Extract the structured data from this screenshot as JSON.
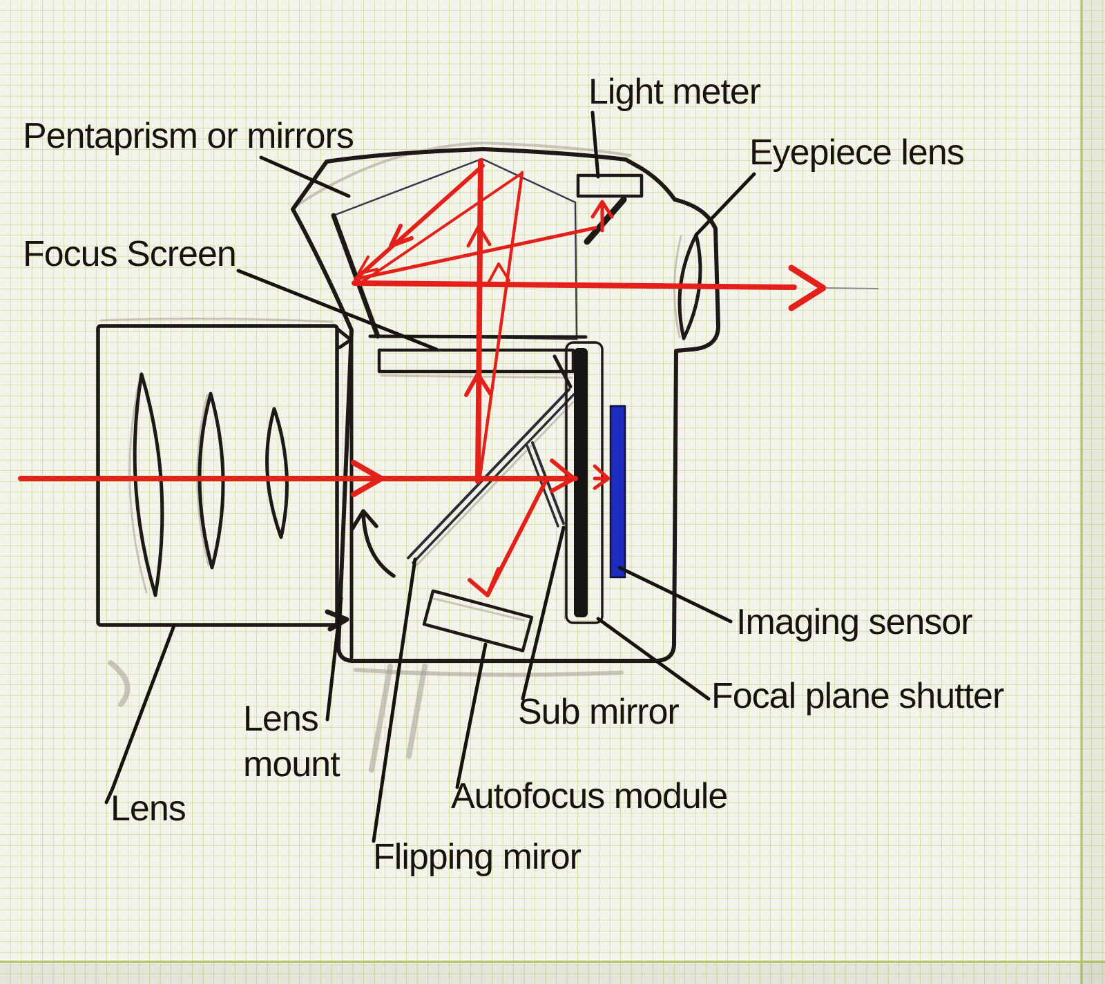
{
  "diagram": {
    "subject": "hand-drawn DSLR camera cross-section on graph paper",
    "labels": {
      "pentaprism": "Pentaprism or mirrors",
      "focus_screen": "Focus Screen",
      "light_meter": "Light meter",
      "eyepiece": "Eyepiece lens",
      "imaging_sensor": "Imaging sensor",
      "focal_plane_shutter": "Focal plane shutter",
      "sub_mirror": "Sub mirror",
      "autofocus_module": "Autofocus module",
      "flipping_mirror": "Flipping miror",
      "lens_mount_line1": "Lens",
      "lens_mount_line2": "mount",
      "lens": "Lens"
    },
    "colors": {
      "paper": "#f4f3eb",
      "grid_line": "#c3d37c",
      "paper_edge_line": "#a9bd5c",
      "ink": "#1c1916",
      "ray_red": "#e3201a",
      "sensor_blue": "#1c2cc0",
      "pencil": "#a39d92"
    }
  }
}
